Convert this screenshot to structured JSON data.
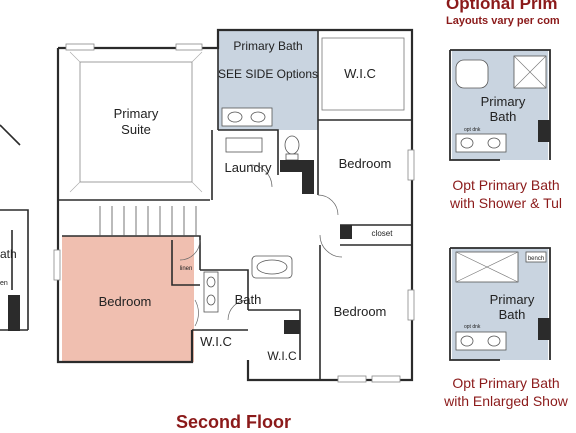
{
  "header": {
    "title": "Optional Prim",
    "subtitle": "Layouts vary per com"
  },
  "floor": {
    "title": "Second Floor"
  },
  "rooms": {
    "primary_bath": "Primary Bath",
    "see_side_options": "SEE SIDE Options",
    "wic_top": "W.I.C",
    "primary_suite_line1": "Primary",
    "primary_suite_line2": "Suite",
    "laundry": "Laundry",
    "bedroom_right_top": "Bedroom",
    "closet": "closet",
    "bedroom_left": "Bedroom",
    "bath": "Bath",
    "linen": "linen",
    "bedroom_right_bottom": "Bedroom",
    "wic_left": "W.I.C",
    "wic_bottom": "W.I.C",
    "left_partial": "ath",
    "left_partial_small": "en"
  },
  "options": [
    {
      "room_line1": "Primary",
      "room_line2": "Bath",
      "small_label": "opt dnk",
      "caption_line1": "Opt Primary Bath",
      "caption_line2": "with Shower & Tul"
    },
    {
      "room_line1": "Primary",
      "room_line2": "Bath",
      "small_label": "opt dnk",
      "bench": "bench",
      "caption_line1": "Opt Primary Bath",
      "caption_line2": "with Enlarged Show"
    }
  ],
  "colors": {
    "wall": "#2b2b2b",
    "bath_fill": "#c9d4e0",
    "bedroom_highlight": "#f0bfb0",
    "heading": "#8b1a1a"
  }
}
